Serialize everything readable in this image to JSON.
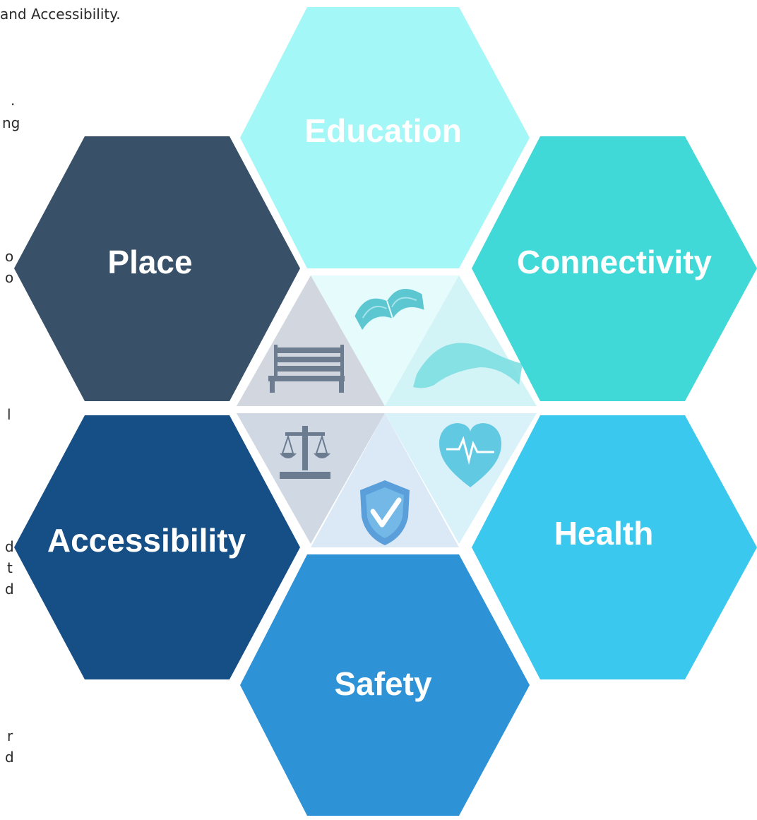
{
  "left_text": {
    "line_1": "and Accessibility.",
    "fragments": [
      ".",
      "ng",
      "o",
      "o",
      "l",
      "d",
      "t",
      "d",
      "r",
      "d"
    ]
  },
  "hexagons": [
    {
      "label": "Education",
      "color": "#a3f7f6"
    },
    {
      "label": "Place",
      "color": "#385068"
    },
    {
      "label": "Connectivity",
      "color": "#40d9d8"
    },
    {
      "label": "Accessibility",
      "color": "#164f86"
    },
    {
      "label": "Health",
      "color": "#3bc8ee"
    },
    {
      "label": "Safety",
      "color": "#2d92d6"
    }
  ],
  "center_icons": [
    "open-book-icon",
    "road-icon",
    "bench-icon",
    "heart-pulse-icon",
    "scales-icon",
    "shield-check-icon"
  ]
}
